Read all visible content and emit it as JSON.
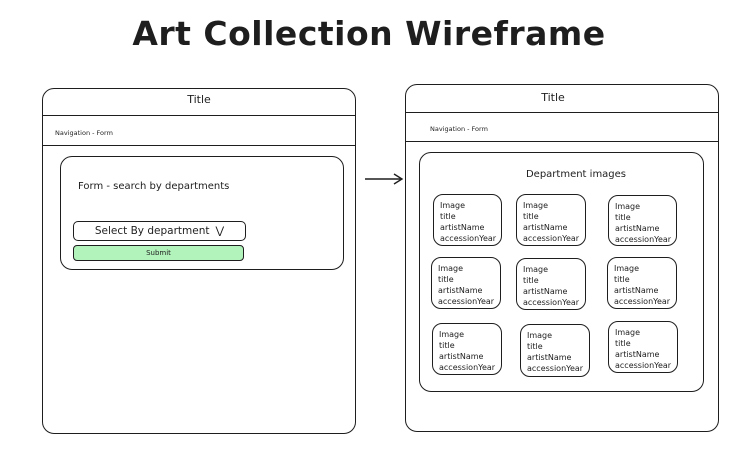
{
  "main_title": "Art Collection Wireframe",
  "left_frame": {
    "title": "Title",
    "nav": "Navigation - Form",
    "form_title": "Form - search by departments",
    "select_label": "Select By department",
    "select_chevron": "⋁",
    "submit_label": "Submit"
  },
  "right_frame": {
    "title": "Title",
    "nav": "Navigation - Form",
    "panel_title": "Department images",
    "cards": [
      {
        "image": "Image",
        "title": "title",
        "artist": "artistName",
        "year": "accessionYear"
      },
      {
        "image": "Image",
        "title": "title",
        "artist": "artistName",
        "year": "accessionYear"
      },
      {
        "image": "Image",
        "title": "title",
        "artist": "artistName",
        "year": "accessionYear"
      },
      {
        "image": "Image",
        "title": "title",
        "artist": "artistName",
        "year": "accessionYear"
      },
      {
        "image": "Image",
        "title": "title",
        "artist": "artistName",
        "year": "accessionYear"
      },
      {
        "image": "Image",
        "title": "title",
        "artist": "artistName",
        "year": "accessionYear"
      },
      {
        "image": "Image",
        "title": "title",
        "artist": "artistName",
        "year": "accessionYear"
      },
      {
        "image": "Image",
        "title": "title",
        "artist": "artistName",
        "year": "accessionYear"
      },
      {
        "image": "Image",
        "title": "title",
        "artist": "artistName",
        "year": "accessionYear"
      }
    ]
  },
  "colors": {
    "submit_fill": "#b2f2bb",
    "stroke": "#1e1e1e"
  }
}
